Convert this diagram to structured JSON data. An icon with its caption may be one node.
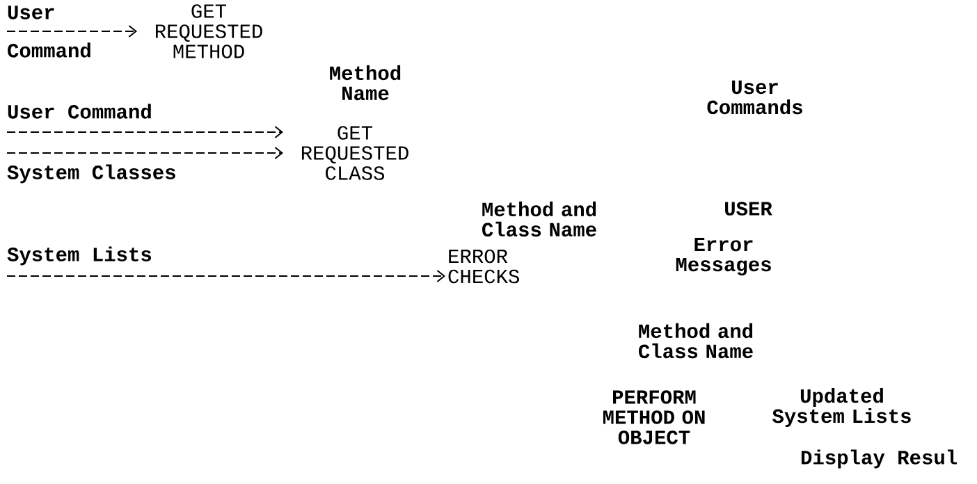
{
  "diagram": {
    "nodes": [
      {
        "text": [
          "GET REQUESTED METHOD"
        ]
      },
      {
        "text": [
          "GET REQUESTED CLASS"
        ]
      },
      {
        "text": [
          "ERROR CHECKS"
        ]
      }
    ],
    "edges": [
      {
        "from": null,
        "to": 0,
        "arrow": "to",
        "style": "dashed"
      },
      {
        "from": null,
        "to": 1,
        "arrow": "to",
        "style": "dashed",
        "label": "User Command"
      },
      {
        "from": null,
        "to": 1,
        "arrow": "to",
        "style": "dashed",
        "label": "System Classes"
      },
      {
        "from": null,
        "to": 2,
        "arrow": "to",
        "style": "dashed",
        "label": "System Lists"
      }
    ],
    "labels": [
      "User",
      "Command",
      "Method Name",
      "User Commands",
      "Method and Class Name",
      "USER",
      "Error Messages",
      "Method and Class Name",
      "PERFORM METHOD ON OBJECT",
      "Updated System Lists",
      "Display Resul"
    ]
  }
}
